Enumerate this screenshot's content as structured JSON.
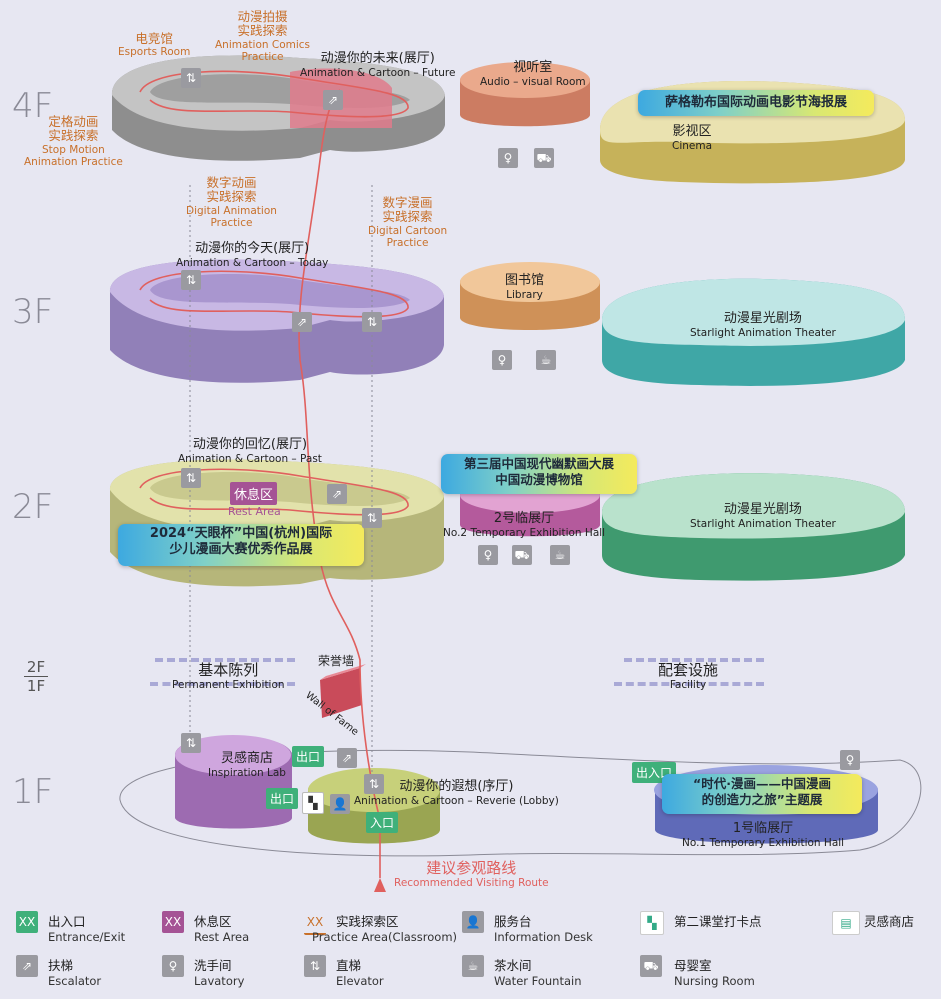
{
  "floors": {
    "f4": "4F",
    "f3": "3F",
    "f2": "2F",
    "f21_top": "2F",
    "f21_bot": "1F",
    "f1": "1F"
  },
  "f4": {
    "esports": {
      "cn": "电竞馆",
      "en": "Esports Room"
    },
    "comics": {
      "cn1": "动漫拍摄",
      "cn2": "实践探索",
      "en1": "Animation Comics",
      "en2": "Practice"
    },
    "stopmotion": {
      "cn1": "定格动画",
      "cn2": "实践探索",
      "en1": "Stop Motion",
      "en2": "Animation Practice"
    },
    "future": {
      "cn": "动漫你的未来(展厅)",
      "en": "Animation & Cartoon – Future"
    },
    "digital_anim": {
      "cn1": "数字动画",
      "cn2": "实践探索",
      "en1": "Digital Animation",
      "en2": "Practice"
    },
    "digital_cartoon": {
      "cn1": "数字漫画",
      "cn2": "实践探索",
      "en1": "Digital Cartoon",
      "en2": "Practice"
    },
    "audio": {
      "cn": "视听室",
      "en": "Audio – visual Room"
    },
    "cinema_banner": "萨格勒布国际动画电影节海报展",
    "cinema": {
      "cn": "影视区",
      "en": "Cinema"
    }
  },
  "f3": {
    "today": {
      "cn": "动漫你的今天(展厅)",
      "en": "Animation & Cartoon – Today"
    },
    "library": {
      "cn": "图书馆",
      "en": "Library"
    },
    "theater": {
      "cn": "动漫星光剧场",
      "en": "Starlight Animation Theater"
    }
  },
  "f2": {
    "past": {
      "cn": "动漫你的回忆(展厅)",
      "en": "Animation & Cartoon – Past"
    },
    "rest_tag": "休息区",
    "rest_en": "Rest Area",
    "banner_left_1": "2024“天眼杯”中国(杭州)国际",
    "banner_left_2": "少儿漫画大赛优秀作品展",
    "banner_right_1": "第三届中国现代幽默画大展",
    "banner_right_2": "中国动漫博物馆",
    "hall2": {
      "cn": "2号临展厅",
      "en": "No.2 Temporary Exhibition Hall"
    },
    "theater": {
      "cn": "动漫星光剧场",
      "en": "Starlight Animation Theater"
    }
  },
  "mid": {
    "permanent": {
      "cn": "基本陈列",
      "en": "Permanent Exhibition"
    },
    "facility": {
      "cn": "配套设施",
      "en": "Facility"
    },
    "wall_cn_1": "荣",
    "wall_cn_2": "誉",
    "wall_cn_3": "墙",
    "wall_en": "Wall of Fame"
  },
  "f1": {
    "shop": {
      "cn": "灵感商店",
      "en": "Inspiration Lab"
    },
    "exit_tag_1": "出口",
    "exit_tag_2": "出口",
    "entrance_tag": "入口",
    "entrance_exit_tag": "出入口",
    "reverie": {
      "cn": "动漫你的遐想(序厅)",
      "en": "Animation & Cartoon – Reverie (Lobby)"
    },
    "hall1_banner_1": "“时代·漫画——中国漫画",
    "hall1_banner_2": "的创造力之旅”主题展",
    "hall1": {
      "cn": "1号临展厅",
      "en": "No.1 Temporary Exhibition Hall"
    }
  },
  "route": {
    "cn": "建议参观路线",
    "en": "Recommended Visiting Route"
  },
  "legend": [
    {
      "key": "entrance",
      "sym": "XX",
      "cn": "出入口",
      "en": "Entrance/Exit",
      "color": "#3fb07a"
    },
    {
      "key": "rest",
      "sym": "XX",
      "cn": "休息区",
      "en": "Rest Area",
      "color": "#a55395"
    },
    {
      "key": "practice",
      "sym": "XX",
      "cn": "实践探索区",
      "en": "Practice Area(Classroom)",
      "color": "#c8702a"
    },
    {
      "key": "info",
      "sym": "👤",
      "cn": "服务台",
      "en": "Information Desk",
      "color": "#9a9aa0"
    },
    {
      "key": "checkin",
      "sym": "▚",
      "cn": "第二课堂打卡点",
      "en": "",
      "color": "#ffffff"
    },
    {
      "key": "shop",
      "sym": "▤",
      "cn": "灵感商店",
      "en": "",
      "color": "#ffffff"
    },
    {
      "key": "escalator",
      "sym": "⇗",
      "cn": "扶梯",
      "en": "Escalator",
      "color": "#9a9aa0"
    },
    {
      "key": "lavatory",
      "sym": "♂♀",
      "cn": "洗手间",
      "en": "Lavatory",
      "color": "#9a9aa0"
    },
    {
      "key": "elevator",
      "sym": "⇅",
      "cn": "直梯",
      "en": "Elevator",
      "color": "#9a9aa0"
    },
    {
      "key": "water",
      "sym": "☕",
      "cn": "茶水间",
      "en": "Water Fountain",
      "color": "#9a9aa0"
    },
    {
      "key": "nursing",
      "sym": "⛟",
      "cn": "母婴室",
      "en": "Nursing Room",
      "color": "#9a9aa0"
    }
  ],
  "colors": {
    "f4": "#a9a9a9",
    "f3": "#b9a6dc",
    "f2": "#d6d69a",
    "f1_shop": "#b984c9",
    "f1_lobby": "#b9c36a",
    "route": "#e0605e",
    "library": "#dfa37a",
    "theater3": "#6fc9c7",
    "theater2": "#5fb88f",
    "cinema": "#d8cc86",
    "audio": "#e59a78",
    "hall2": "#c978b5",
    "hall1": "#7b86d3"
  }
}
